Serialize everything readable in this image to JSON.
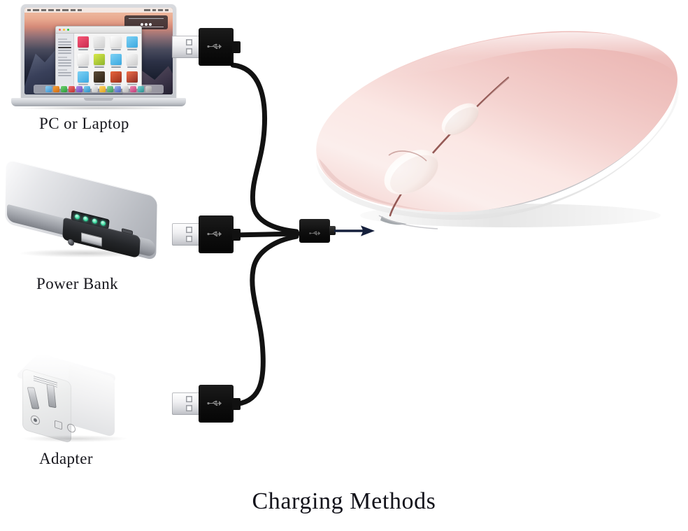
{
  "page": {
    "title": "Charging Methods",
    "background_color": "#ffffff"
  },
  "labels": {
    "laptop": "PC or Laptop",
    "power_bank": "Power Bank",
    "adapter": "Adapter"
  },
  "colors": {
    "text": "#16161c",
    "title_text": "#12121a",
    "cable": "#121212",
    "connector_body": "#0d0d0d",
    "connector_metal": "#e9eaec",
    "mouse_top_pink": "#f3cfcd",
    "mouse_top_pink_light": "#fbeeec",
    "mouse_base_white": "#ffffff",
    "mouse_seam": "#8a4a46",
    "arrow": "#16203c",
    "powerbank_silver": "#cfd1d6",
    "powerbank_led_green": "#33d79b",
    "adapter_white": "#fafafa",
    "laptop_shell": "#c6c9ce"
  },
  "devices": [
    {
      "id": "laptop",
      "name": "PC or Laptop",
      "label": "PC or Laptop",
      "connector": "USB-A",
      "screen": {
        "os": "macOS",
        "wallpaper": "mountain-landscape",
        "window": "Finder",
        "has_menubar": true,
        "has_dock": true
      }
    },
    {
      "id": "power-bank",
      "name": "Power Bank",
      "label": "Power Bank",
      "connector": "USB-A",
      "led_count": 4,
      "ports": [
        "USB-A output",
        "micro-USB input"
      ]
    },
    {
      "id": "adapter",
      "name": "Adapter",
      "label": "Adapter",
      "connector": "USB-A",
      "plug_type": "folding prongs"
    }
  ],
  "product": {
    "name": "wireless-mouse",
    "color": "rose-gold-pink",
    "buttons": [
      "left",
      "right"
    ],
    "has_scroll_wheel": true,
    "charging_port": "micro-USB",
    "connector_at_mouse": "micro-USB"
  },
  "cable": {
    "type": "3-in-1 charging cable",
    "branches": 3,
    "junction_connector": "micro-USB",
    "arrow_direction": "right"
  },
  "icons": {
    "usb_logo": "usb-trident-icon",
    "arrow": "arrow-right-icon"
  }
}
